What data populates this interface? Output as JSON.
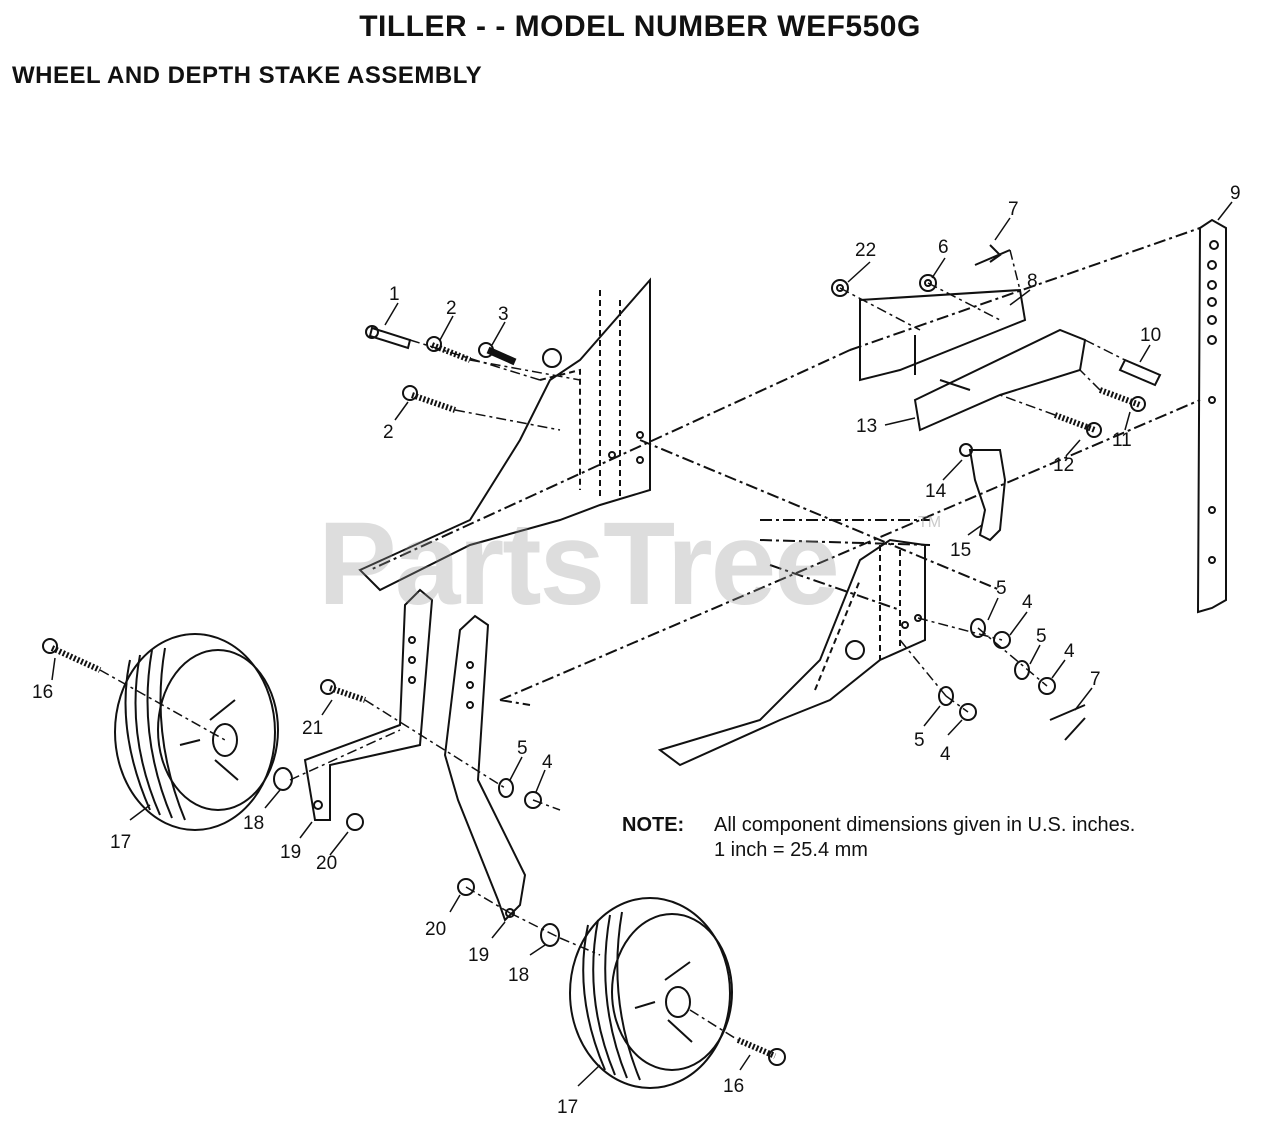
{
  "header": {
    "title": "TILLER - - MODEL NUMBER WEF550G",
    "subtitle": "WHEEL AND DEPTH STAKE ASSEMBLY"
  },
  "watermark": {
    "text": "PartsTree",
    "tm": "TM"
  },
  "note": {
    "label": "NOTE:",
    "line1": "All component dimensions given in U.S. inches.",
    "line2": "1 inch = 25.4 mm"
  },
  "callouts": {
    "c1": "1",
    "c2a": "2",
    "c2b": "2",
    "c3": "3",
    "c4a": "4",
    "c4b": "4",
    "c4c": "4",
    "c4d": "4",
    "c5a": "5",
    "c5b": "5",
    "c5c": "5",
    "c5d": "5",
    "c6": "6",
    "c7a": "7",
    "c7b": "7",
    "c8": "8",
    "c9": "9",
    "c10": "10",
    "c11": "11",
    "c12": "12",
    "c13": "13",
    "c14": "14",
    "c15": "15",
    "c16a": "16",
    "c16b": "16",
    "c17a": "17",
    "c17b": "17",
    "c18a": "18",
    "c18b": "18",
    "c19a": "19",
    "c19b": "19",
    "c20a": "20",
    "c20b": "20",
    "c21": "21",
    "c22": "22"
  },
  "colors": {
    "line": "#111111",
    "watermark": "#999999"
  }
}
